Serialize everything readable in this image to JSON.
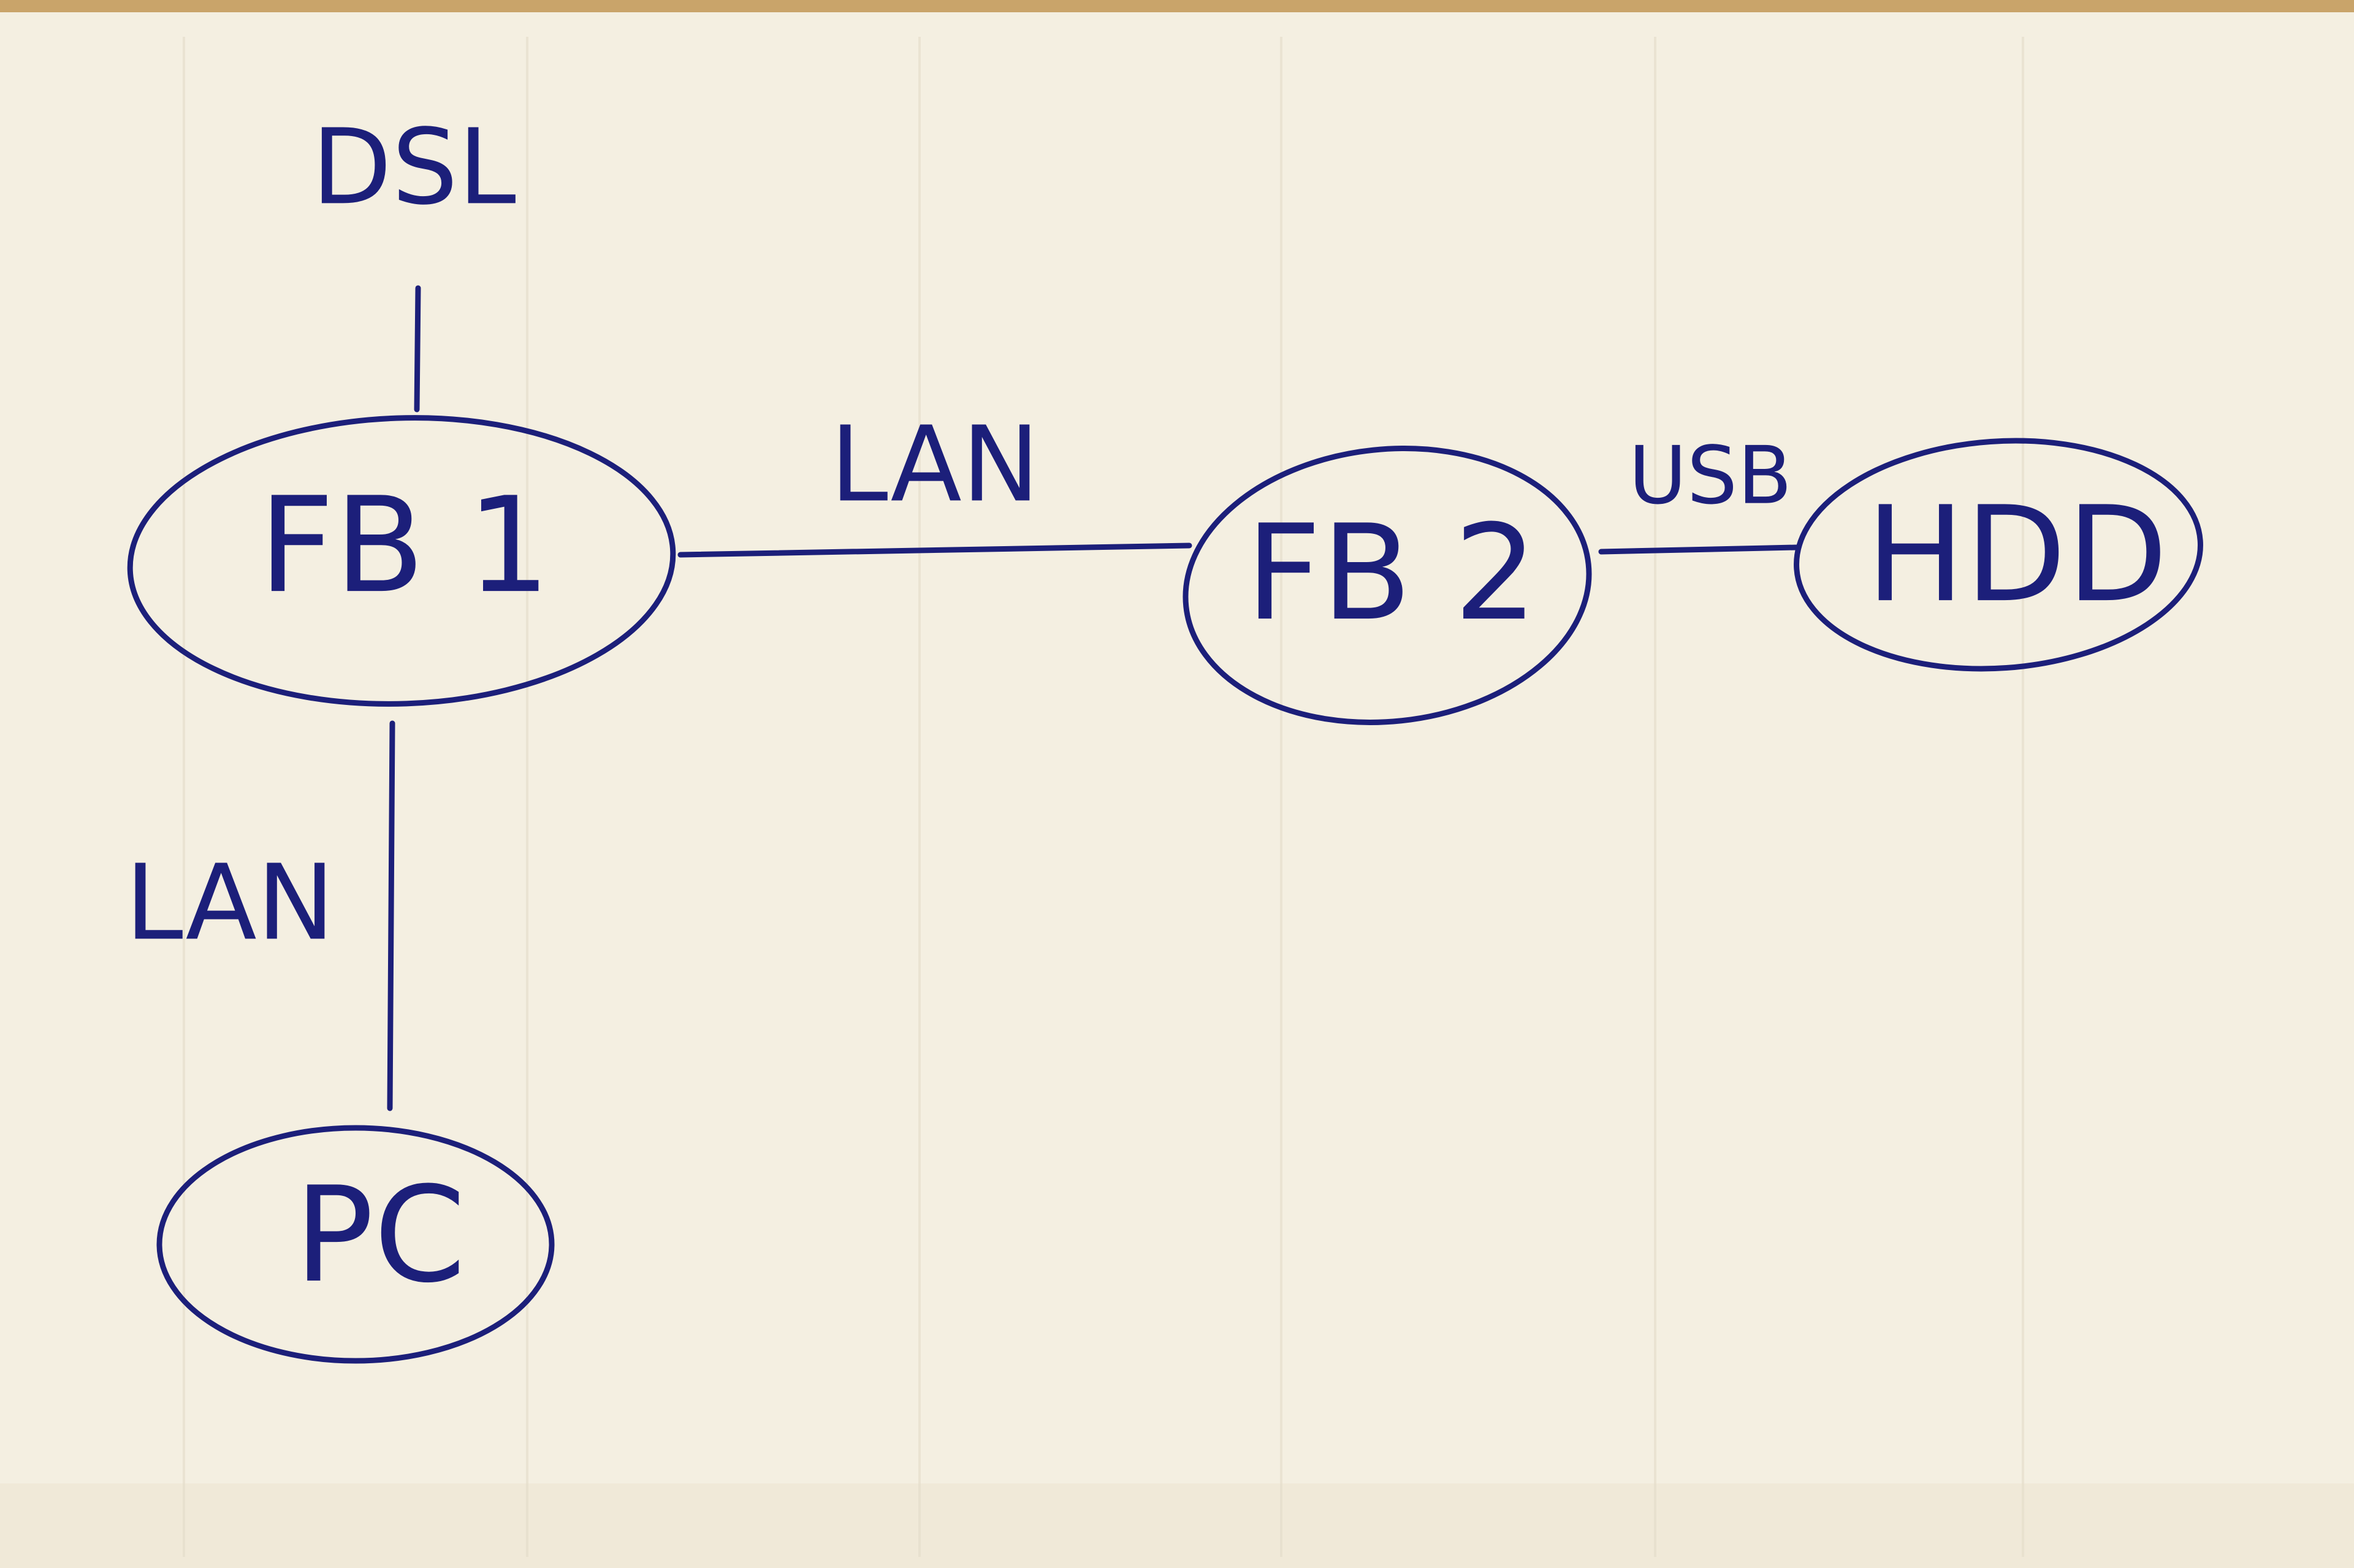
{
  "diagram": {
    "colors": {
      "paper": "#f3eee0",
      "ink": "#1c1f7a",
      "top_edge": "#c9a46a"
    },
    "external": {
      "dsl_label": "DSL"
    },
    "nodes": {
      "fb1": {
        "label": "FB 1"
      },
      "fb2": {
        "label": "FB 2"
      },
      "hdd": {
        "label": "HDD"
      },
      "pc": {
        "label": "PC"
      }
    },
    "edges": {
      "dsl_fb1": {
        "label": ""
      },
      "fb1_fb2": {
        "label": "LAN"
      },
      "fb2_hdd": {
        "label": "USB"
      },
      "fb1_pc": {
        "label": "LAN"
      }
    }
  }
}
